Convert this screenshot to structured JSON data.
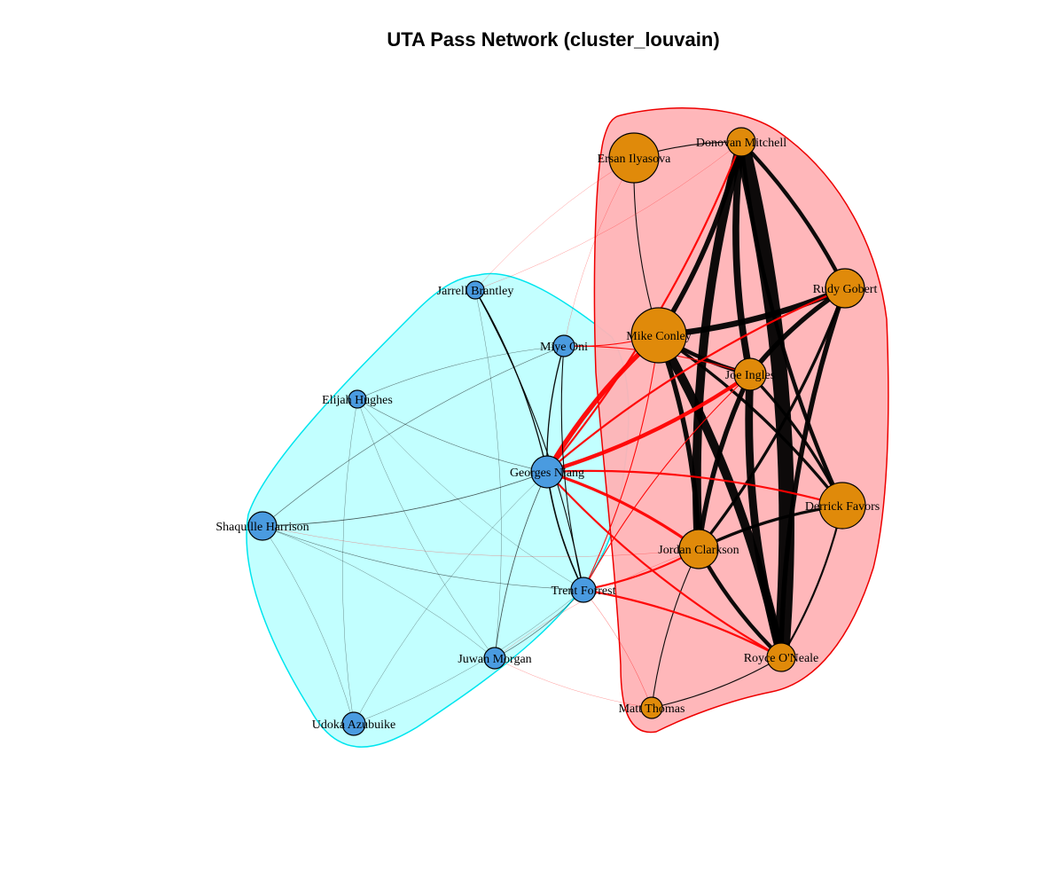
{
  "title": "UTA Pass Network (cluster_louvain)",
  "colors": {
    "cluster_blue_fill": "#bfffff",
    "cluster_blue_stroke": "#00e5ee",
    "cluster_orange_fill": "#ffb3b6",
    "cluster_orange_stroke": "#ee0000",
    "node_blue": "#4a9be0",
    "node_orange": "#e08a0a",
    "edge_within": "#000000",
    "edge_between": "#ff0000"
  },
  "clusters": [
    {
      "id": "c1",
      "color": "blue",
      "members": [
        "Jarrell Brantley",
        "Miye Oni",
        "Elijah Hughes",
        "Georges Niang",
        "Shaquille Harrison",
        "Trent Forrest",
        "Juwan Morgan",
        "Udoka Azubuike"
      ]
    },
    {
      "id": "c2",
      "color": "orange",
      "members": [
        "Ersan Ilyasova",
        "Donovan Mitchell",
        "Rudy Gobert",
        "Mike Conley",
        "Joe Ingles",
        "Derrick Favors",
        "Jordan Clarkson",
        "Royce O'Neale",
        "Matt Thomas"
      ]
    }
  ],
  "nodes": [
    {
      "id": "Ersan Ilyasova",
      "label": "Ersan Ilyasova",
      "cluster": "orange",
      "size": 28
    },
    {
      "id": "Donovan Mitchell",
      "label": "Donovan Mitchell",
      "cluster": "orange",
      "size": 16
    },
    {
      "id": "Rudy Gobert",
      "label": "Rudy Gobert",
      "cluster": "orange",
      "size": 22
    },
    {
      "id": "Mike Conley",
      "label": "Mike Conley",
      "cluster": "orange",
      "size": 31
    },
    {
      "id": "Joe Ingles",
      "label": "Joe Ingles",
      "cluster": "orange",
      "size": 18
    },
    {
      "id": "Derrick Favors",
      "label": "Derrick Favors",
      "cluster": "orange",
      "size": 26
    },
    {
      "id": "Jordan Clarkson",
      "label": "Jordan Clarkson",
      "cluster": "orange",
      "size": 22
    },
    {
      "id": "Royce O'Neale",
      "label": "Royce O'Neale",
      "cluster": "orange",
      "size": 16
    },
    {
      "id": "Matt Thomas",
      "label": "Matt Thomas",
      "cluster": "orange",
      "size": 12
    },
    {
      "id": "Jarrell Brantley",
      "label": "Jarrell Brantley",
      "cluster": "blue",
      "size": 10
    },
    {
      "id": "Miye Oni",
      "label": "Miye Oni",
      "cluster": "blue",
      "size": 12
    },
    {
      "id": "Elijah Hughes",
      "label": "Elijah Hughes",
      "cluster": "blue",
      "size": 10
    },
    {
      "id": "Georges Niang",
      "label": "Georges Niang",
      "cluster": "blue",
      "size": 18
    },
    {
      "id": "Shaquille Harrison",
      "label": "Shaquille Harrison",
      "cluster": "blue",
      "size": 16
    },
    {
      "id": "Trent Forrest",
      "label": "Trent Forrest",
      "cluster": "blue",
      "size": 14
    },
    {
      "id": "Juwan Morgan",
      "label": "Juwan Morgan",
      "cluster": "blue",
      "size": 12
    },
    {
      "id": "Udoka Azubuike",
      "label": "Udoka Azubuike",
      "cluster": "blue",
      "size": 13
    }
  ],
  "edges": [
    {
      "from": "Donovan Mitchell",
      "to": "Royce O'Neale",
      "weight": 16
    },
    {
      "from": "Donovan Mitchell",
      "to": "Jordan Clarkson",
      "weight": 9
    },
    {
      "from": "Donovan Mitchell",
      "to": "Mike Conley",
      "weight": 5
    },
    {
      "from": "Donovan Mitchell",
      "to": "Joe Ingles",
      "weight": 7
    },
    {
      "from": "Donovan Mitchell",
      "to": "Rudy Gobert",
      "weight": 4
    },
    {
      "from": "Donovan Mitchell",
      "to": "Derrick Favors",
      "weight": 4
    },
    {
      "from": "Mike Conley",
      "to": "Royce O'Neale",
      "weight": 9
    },
    {
      "from": "Mike Conley",
      "to": "Rudy Gobert",
      "weight": 6
    },
    {
      "from": "Mike Conley",
      "to": "Jordan Clarkson",
      "weight": 5
    },
    {
      "from": "Mike Conley",
      "to": "Joe Ingles",
      "weight": 4
    },
    {
      "from": "Mike Conley",
      "to": "Derrick Favors",
      "weight": 3
    },
    {
      "from": "Joe Ingles",
      "to": "Royce O'Neale",
      "weight": 8
    },
    {
      "from": "Joe Ingles",
      "to": "Rudy Gobert",
      "weight": 5
    },
    {
      "from": "Joe Ingles",
      "to": "Jordan Clarkson",
      "weight": 5
    },
    {
      "from": "Joe Ingles",
      "to": "Derrick Favors",
      "weight": 3
    },
    {
      "from": "Rudy Gobert",
      "to": "Royce O'Neale",
      "weight": 5
    },
    {
      "from": "Rudy Gobert",
      "to": "Jordan Clarkson",
      "weight": 3
    },
    {
      "from": "Derrick Favors",
      "to": "Jordan Clarkson",
      "weight": 3
    },
    {
      "from": "Derrick Favors",
      "to": "Royce O'Neale",
      "weight": 2
    },
    {
      "from": "Jordan Clarkson",
      "to": "Royce O'Neale",
      "weight": 4
    },
    {
      "from": "Ersan Ilyasova",
      "to": "Donovan Mitchell",
      "weight": 1
    },
    {
      "from": "Ersan Ilyasova",
      "to": "Mike Conley",
      "weight": 1
    },
    {
      "from": "Matt Thomas",
      "to": "Jordan Clarkson",
      "weight": 1
    },
    {
      "from": "Matt Thomas",
      "to": "Royce O'Neale",
      "weight": 1
    },
    {
      "from": "Georges Niang",
      "to": "Mike Conley",
      "weight": 5
    },
    {
      "from": "Georges Niang",
      "to": "Joe Ingles",
      "weight": 4
    },
    {
      "from": "Georges Niang",
      "to": "Jordan Clarkson",
      "weight": 3
    },
    {
      "from": "Georges Niang",
      "to": "Donovan Mitchell",
      "weight": 2
    },
    {
      "from": "Georges Niang",
      "to": "Rudy Gobert",
      "weight": 2
    },
    {
      "from": "Georges Niang",
      "to": "Royce O'Neale",
      "weight": 2
    },
    {
      "from": "Georges Niang",
      "to": "Derrick Favors",
      "weight": 2
    },
    {
      "from": "Trent Forrest",
      "to": "Jordan Clarkson",
      "weight": 2
    },
    {
      "from": "Trent Forrest",
      "to": "Royce O'Neale",
      "weight": 2
    },
    {
      "from": "Trent Forrest",
      "to": "Mike Conley",
      "weight": 1
    },
    {
      "from": "Trent Forrest",
      "to": "Joe Ingles",
      "weight": 1
    },
    {
      "from": "Miye Oni",
      "to": "Mike Conley",
      "weight": 1
    },
    {
      "from": "Miye Oni",
      "to": "Joe Ingles",
      "weight": 1
    },
    {
      "from": "Georges Niang",
      "to": "Trent Forrest",
      "weight": 1.5
    },
    {
      "from": "Georges Niang",
      "to": "Miye Oni",
      "weight": 1.2
    },
    {
      "from": "Georges Niang",
      "to": "Jarrell Brantley",
      "weight": 1.2
    },
    {
      "from": "Jarrell Brantley",
      "to": "Trent Forrest",
      "weight": 1
    },
    {
      "from": "Miye Oni",
      "to": "Trent Forrest",
      "weight": 1
    },
    {
      "from": "Georges Niang",
      "to": "Shaquille Harrison",
      "weight": 0.8
    },
    {
      "from": "Georges Niang",
      "to": "Juwan Morgan",
      "weight": 0.8
    },
    {
      "from": "Georges Niang",
      "to": "Elijah Hughes",
      "weight": 0.6
    },
    {
      "from": "Shaquille Harrison",
      "to": "Trent Forrest",
      "weight": 0.6
    },
    {
      "from": "Shaquille Harrison",
      "to": "Miye Oni",
      "weight": 0.6
    },
    {
      "from": "Juwan Morgan",
      "to": "Trent Forrest",
      "weight": 0.6
    },
    {
      "from": "Elijah Hughes",
      "to": "Miye Oni",
      "weight": 0.5
    },
    {
      "from": "Udoka Azubuike",
      "to": "Shaquille Harrison",
      "weight": 0.4
    },
    {
      "from": "Udoka Azubuike",
      "to": "Elijah Hughes",
      "weight": 0.4
    },
    {
      "from": "Juwan Morgan",
      "to": "Jarrell Brantley",
      "weight": 0.4
    },
    {
      "from": "Shaquille Harrison",
      "to": "Juwan Morgan",
      "weight": 0.4
    },
    {
      "from": "Elijah Hughes",
      "to": "Juwan Morgan",
      "weight": 0.4
    },
    {
      "from": "Udoka Azubuike",
      "to": "Georges Niang",
      "weight": 0.4
    },
    {
      "from": "Udoka Azubuike",
      "to": "Trent Forrest",
      "weight": 0.4
    },
    {
      "from": "Jarrell Brantley",
      "to": "Ersan Ilyasova",
      "weight": 0.3
    },
    {
      "from": "Jarrell Brantley",
      "to": "Donovan Mitchell",
      "weight": 0.3
    },
    {
      "from": "Miye Oni",
      "to": "Ersan Ilyasova",
      "weight": 0.3
    },
    {
      "from": "Juwan Morgan",
      "to": "Matt Thomas",
      "weight": 0.3
    },
    {
      "from": "Juwan Morgan",
      "to": "Jordan Clarkson",
      "weight": 0.3
    },
    {
      "from": "Shaquille Harrison",
      "to": "Jordan Clarkson",
      "weight": 0.3
    },
    {
      "from": "Trent Forrest",
      "to": "Matt Thomas",
      "weight": 0.5
    },
    {
      "from": "Elijah Hughes",
      "to": "Trent Forrest",
      "weight": 0.3
    }
  ]
}
